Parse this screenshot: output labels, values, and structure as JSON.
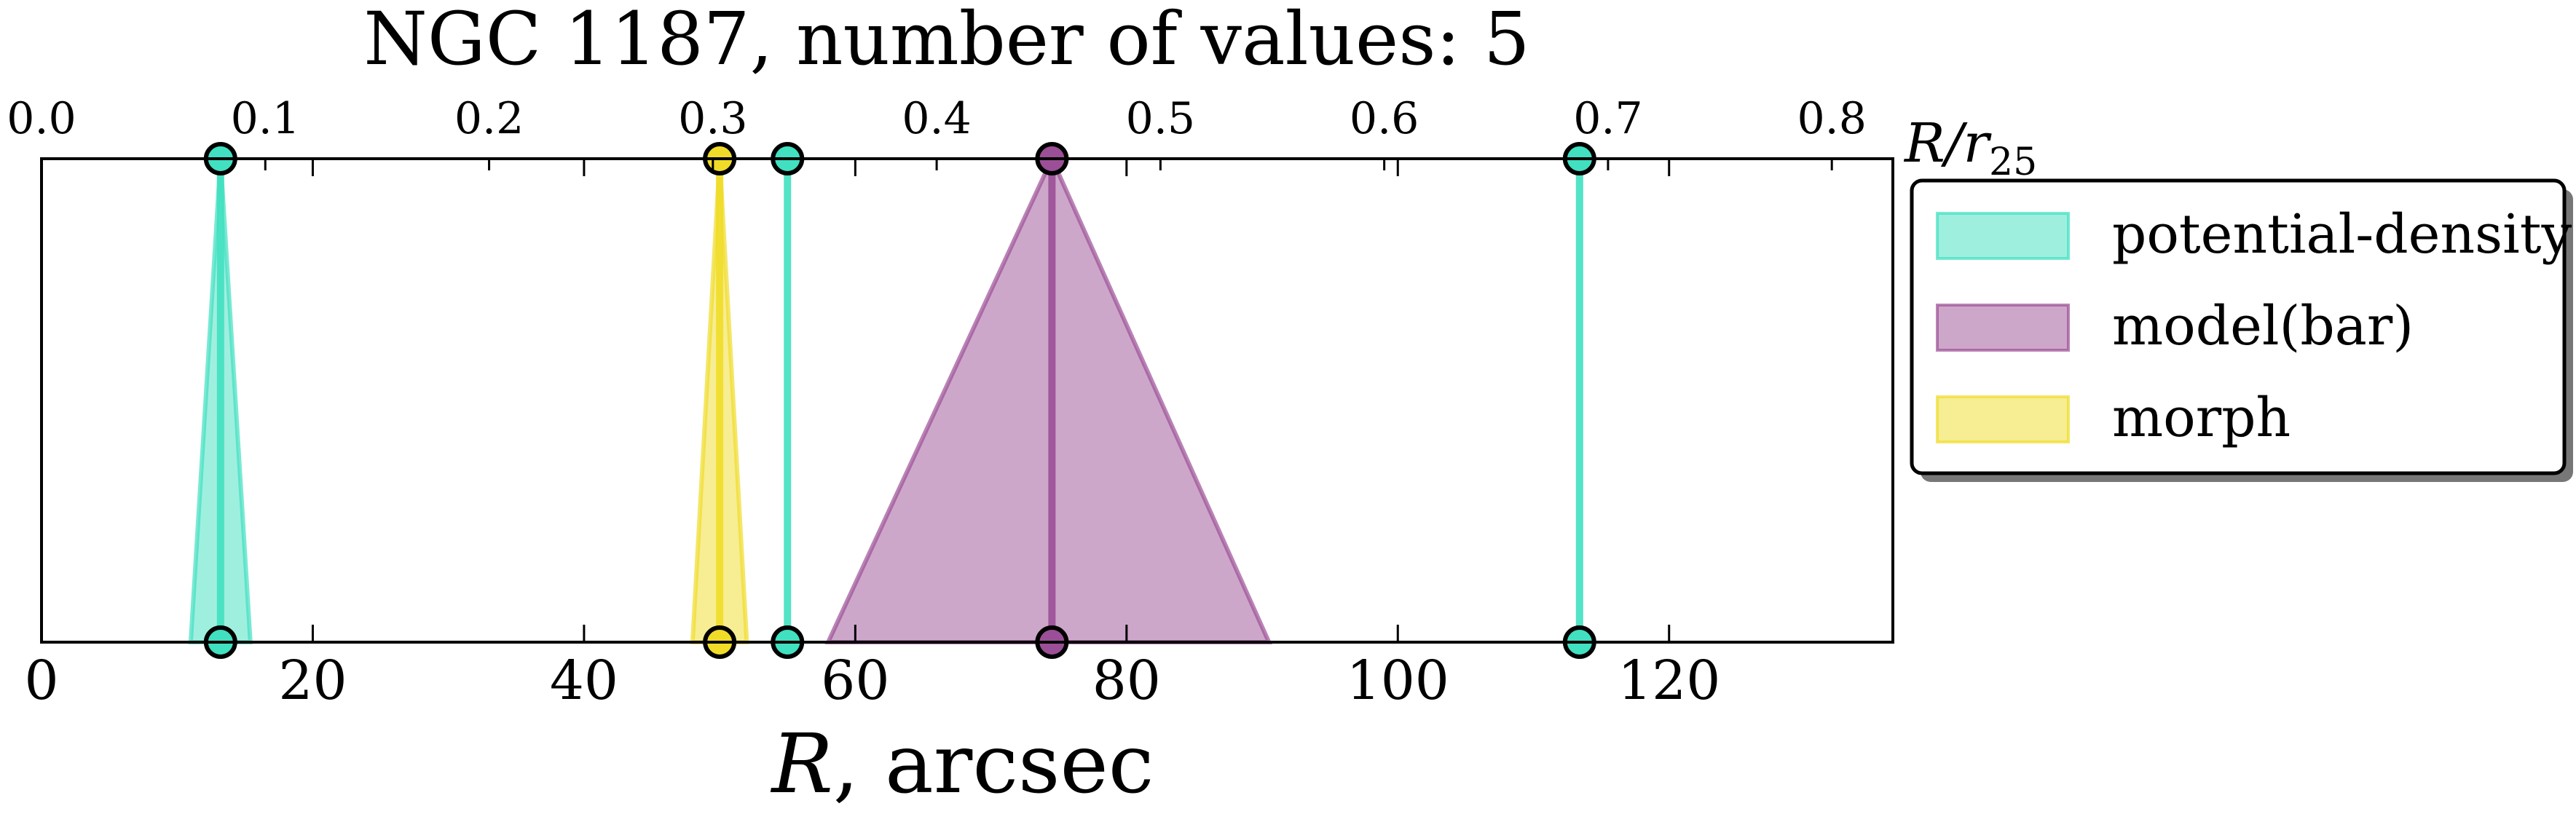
{
  "chart_data": {
    "type": "line",
    "title": "NGC 1187, number of values: 5",
    "xlabel": "R, arcsec",
    "xlabel_main": "R",
    "xlabel_rest": ", arcsec",
    "xlim": [
      0,
      136.5
    ],
    "xticks": [
      0,
      20,
      40,
      60,
      80,
      100,
      120
    ],
    "top_axis": {
      "label": "R/r25",
      "label_main": "R/r",
      "label_sub": "25",
      "ratio": 165.0,
      "ticks": [
        0.0,
        0.1,
        0.2,
        0.3,
        0.4,
        0.5,
        0.6,
        0.7,
        0.8
      ],
      "tick_labels": [
        "0.0",
        "0.1",
        "0.2",
        "0.3",
        "0.4",
        "0.5",
        "0.6",
        "0.7",
        "0.8"
      ]
    },
    "yticks_visible": false,
    "grid": false,
    "legend_position": "outside-right-top",
    "series": [
      {
        "name": "potential-density",
        "color": "#40E0C0",
        "markers": [
          {
            "x": 13.2,
            "err": 2.2
          },
          {
            "x": 55.0,
            "err": 0
          },
          {
            "x": 113.4,
            "err": 0
          }
        ]
      },
      {
        "name": "model(bar)",
        "color": "#9B4F96",
        "markers": [
          {
            "x": 74.5,
            "err_low": 16.5,
            "err_high": 16.0
          }
        ]
      },
      {
        "name": "morph",
        "color": "#F0DC28",
        "markers": [
          {
            "x": 50.0,
            "err": 2.0
          }
        ]
      }
    ]
  }
}
